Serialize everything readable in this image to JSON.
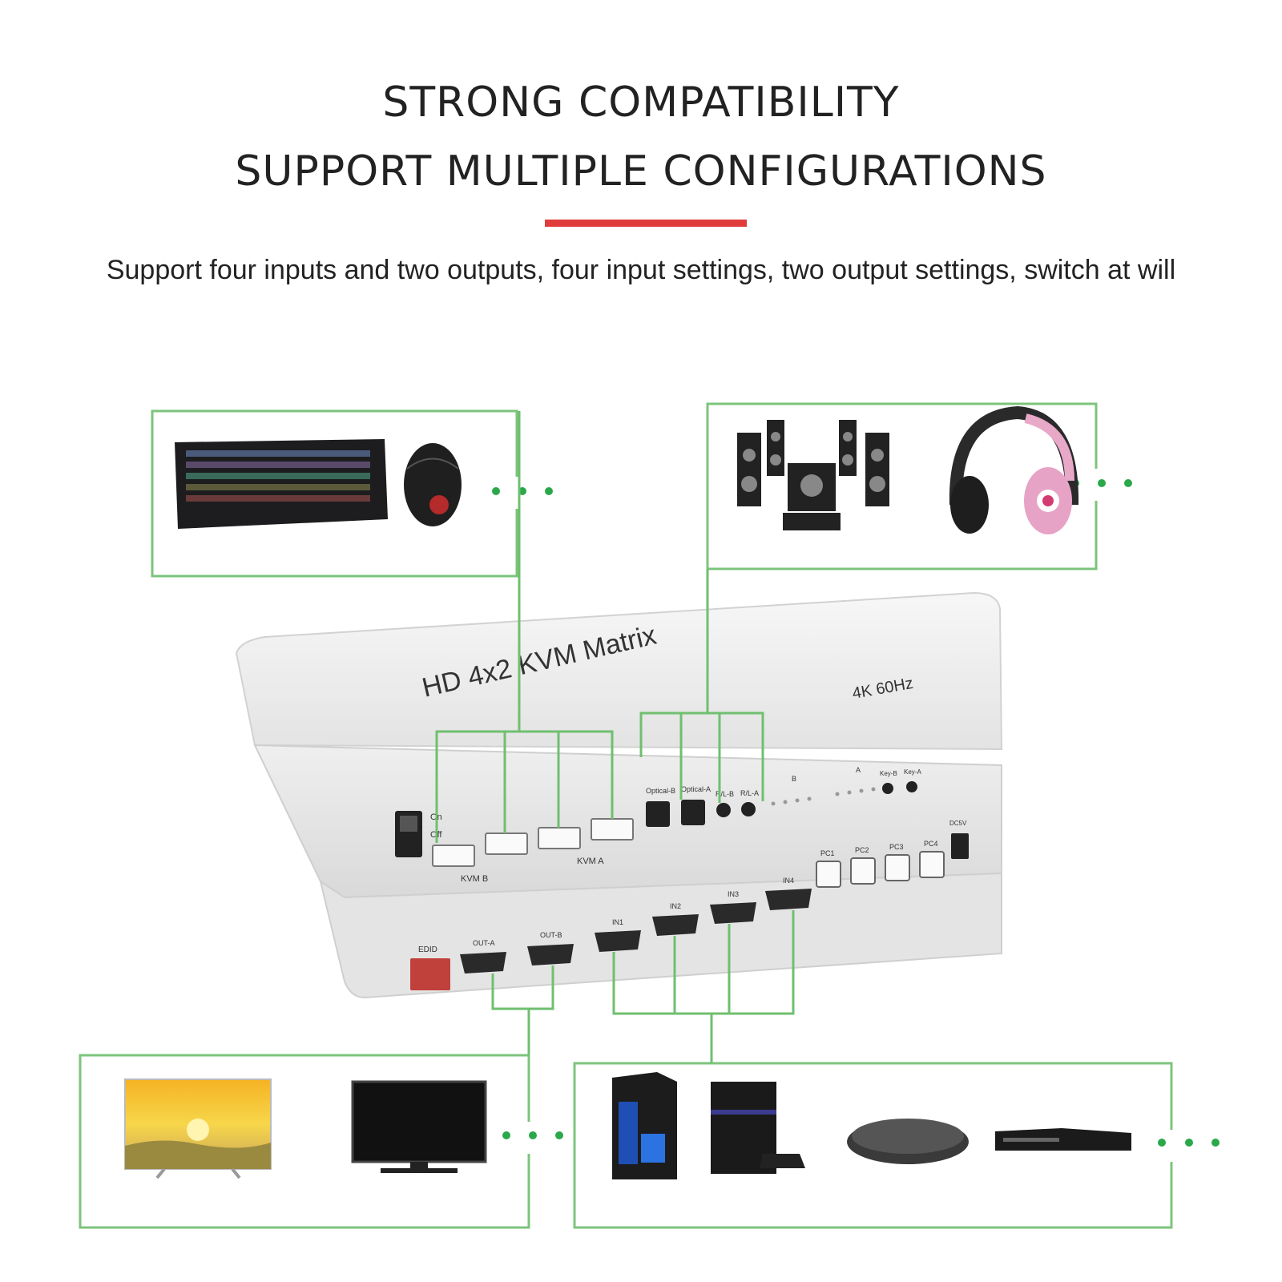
{
  "header": {
    "line1": "STRONG COMPATIBILITY",
    "line2": "SUPPORT MULTIPLE CONFIGURATIONS",
    "subtitle": "Support four inputs and two outputs, four input settings, two output settings, switch at will",
    "accent_color": "#e03c3c"
  },
  "device": {
    "title": "HD 4x2 KVM Matrix",
    "resolution": "4K 60Hz",
    "switch_on": "On",
    "switch_off": "Off",
    "usb_group_b": "KVM B",
    "usb_group_a": "KVM A",
    "optical_b": "Optical-B",
    "optical_a": "Optical-A",
    "rl_b": "R/L-B",
    "rl_a": "R/L-A",
    "b": "B",
    "a": "A",
    "key_b": "Key-B",
    "key_a": "Key-A",
    "pc1": "PC1",
    "pc2": "PC2",
    "pc3": "PC3",
    "pc4": "PC4",
    "dc": "DC5V",
    "edid": "EDID",
    "out_a": "OUT-A",
    "out_b": "OUT-B",
    "in1": "IN1",
    "in2": "IN2",
    "in3": "IN3",
    "in4": "IN4"
  },
  "colors": {
    "connector_line": "#6fbf6f",
    "box_border": "#7cc47c",
    "dots": "#2aa84a",
    "device_body": "#eeeeee"
  },
  "icons": [
    "keyboard-icon",
    "mouse-icon",
    "speakers-icon",
    "headphones-icon",
    "tv-icon",
    "monitor-icon",
    "pc-tower-icon",
    "game-console-icon",
    "set-top-box-icon",
    "dvd-player-icon"
  ]
}
